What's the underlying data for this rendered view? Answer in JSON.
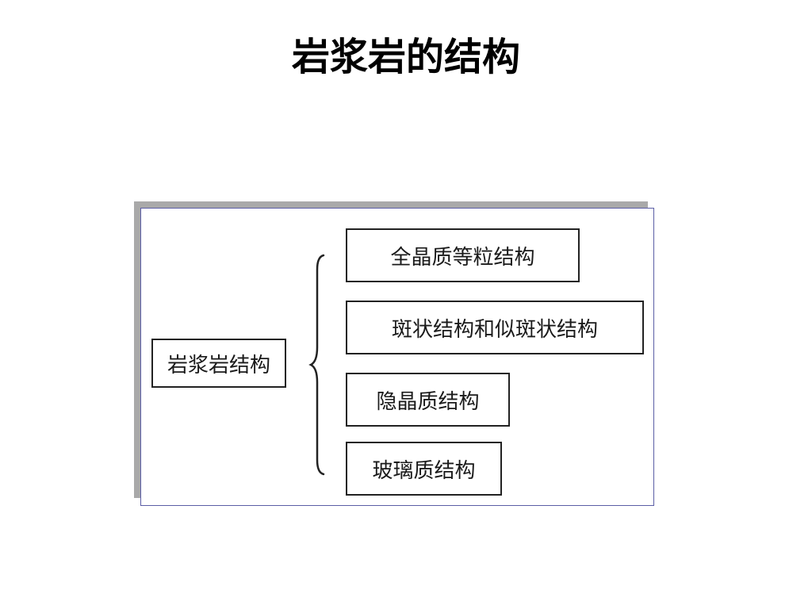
{
  "slide": {
    "title": "岩浆岩的结构"
  },
  "diagram": {
    "root": {
      "label": "岩浆岩结构"
    },
    "branches": [
      {
        "label": "全晶质等粒结构"
      },
      {
        "label": "斑状结构和似斑状结构"
      },
      {
        "label": "隐晶质结构"
      },
      {
        "label": "玻璃质结构"
      }
    ]
  },
  "colors": {
    "panel_border": "#5b5ea6",
    "shadow": "#a9a9a9",
    "box_border": "#222222"
  }
}
